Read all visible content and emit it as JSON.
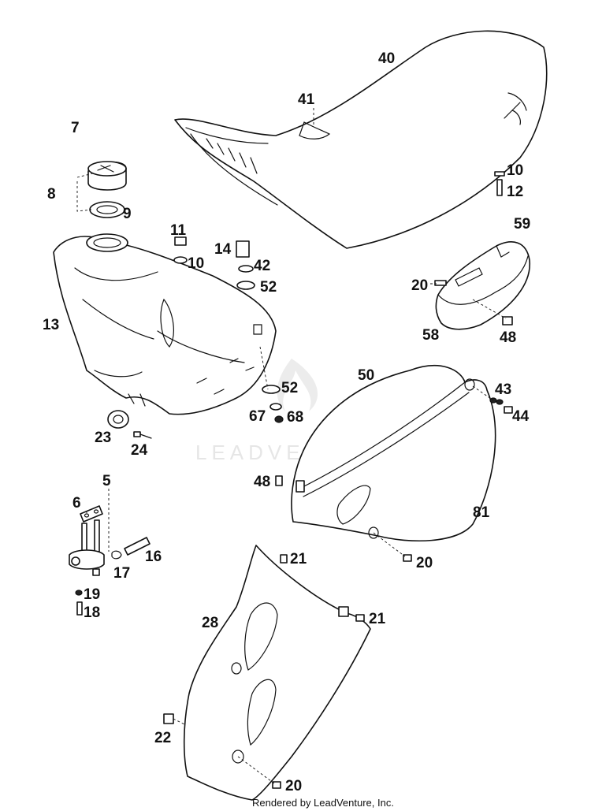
{
  "watermark": {
    "text": "LEADVENTURE"
  },
  "footer": {
    "credit": "Rendered by LeadVenture, Inc."
  },
  "callouts": {
    "c40": "40",
    "c41": "41",
    "c10_seat": "10",
    "c12": "12",
    "c7": "7",
    "c8": "8",
    "c9": "9",
    "c11": "11",
    "c10_tank": "10",
    "c14": "14",
    "c42": "42",
    "c52_top": "52",
    "c13": "13",
    "c59": "59",
    "c20_box": "20",
    "c58": "58",
    "c48_box": "48",
    "c50": "50",
    "c43": "43",
    "c44": "44",
    "c52_bot": "52",
    "c67": "67",
    "c68": "68",
    "c23": "23",
    "c24": "24",
    "c48_panel": "48",
    "c81": "81",
    "c20_panel": "20",
    "c5": "5",
    "c6": "6",
    "c16": "16",
    "c17": "17",
    "c19": "19",
    "c18": "18",
    "c21_top": "21",
    "c21_right": "21",
    "c28": "28",
    "c22": "22",
    "c20_bot": "20"
  }
}
